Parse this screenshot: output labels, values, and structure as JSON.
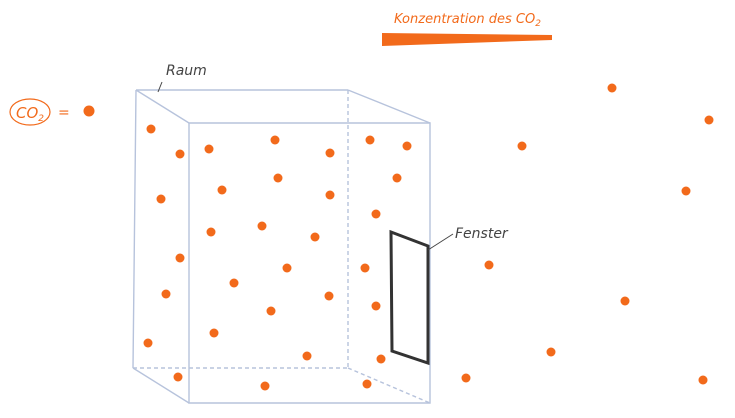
{
  "title": "Konzentration des CO",
  "title_sub": "2",
  "legend": {
    "symbol": "CO",
    "symbol_sub": "2",
    "equals": "="
  },
  "labels": {
    "room": "Raum",
    "window": "Fenster"
  },
  "colors": {
    "co2": "#f26a1b",
    "box": "#b7c3dc",
    "window": "#333333",
    "label": "#444444"
  }
}
